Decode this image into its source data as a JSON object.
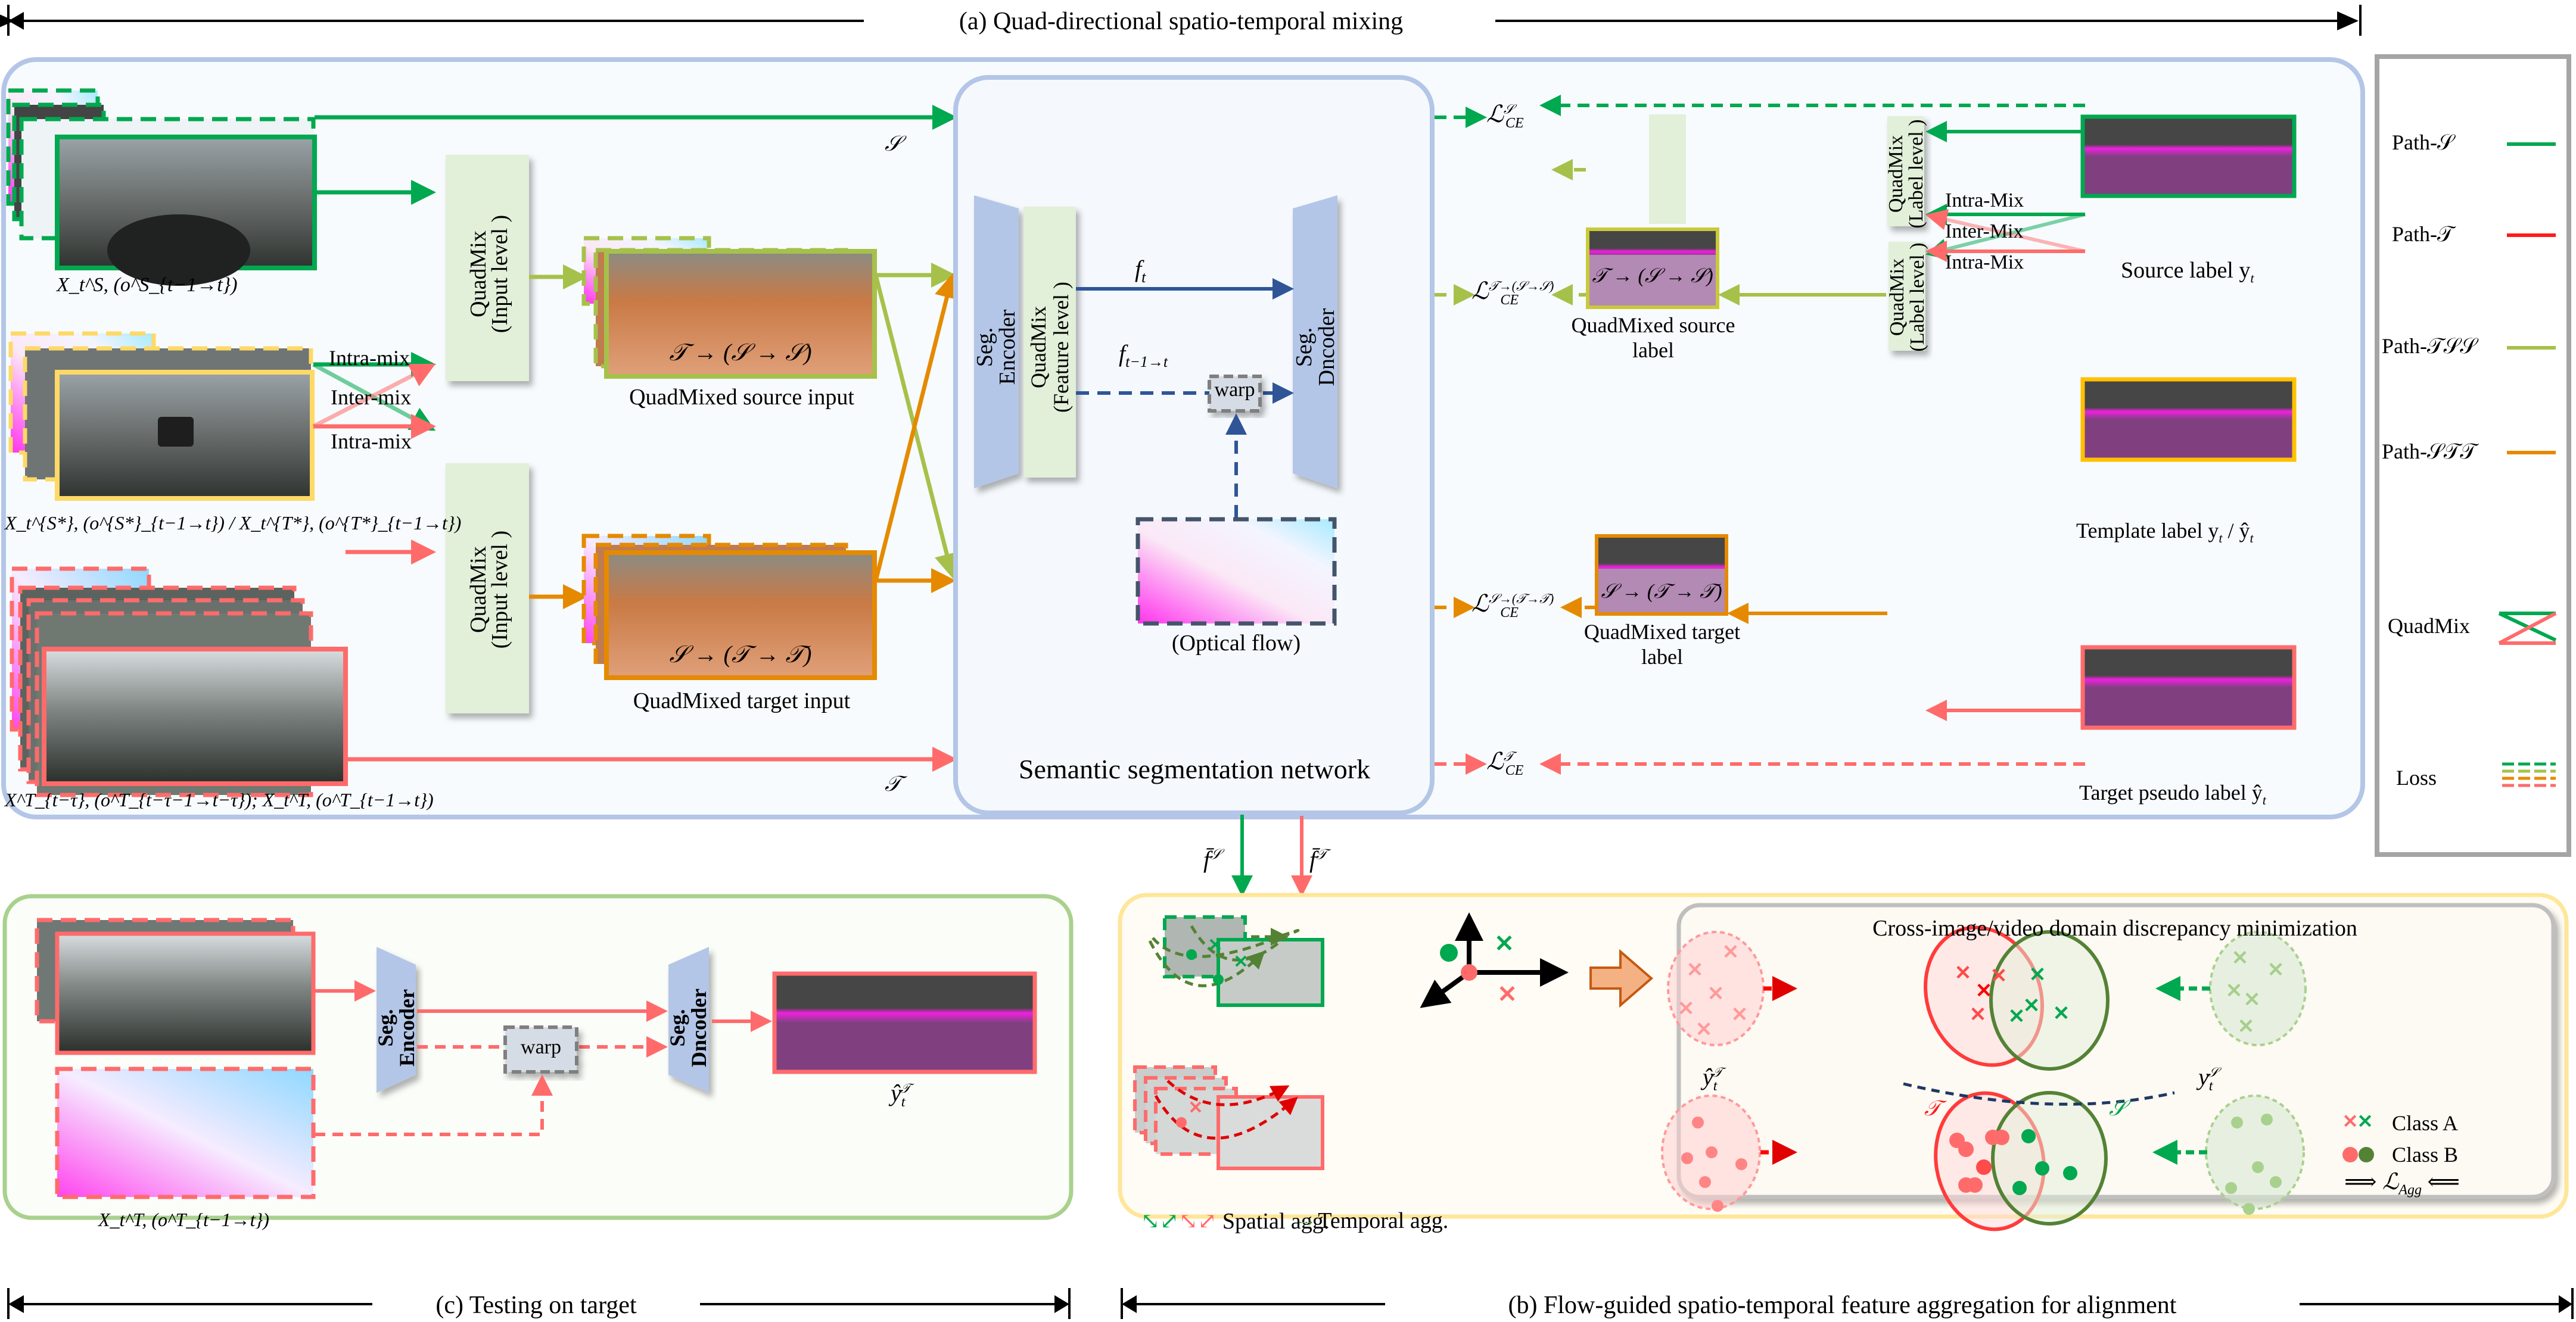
{
  "colors": {
    "path_s": "#00a84f",
    "path_t": "#ff6b6b",
    "path_t_legend": "#ff1a1a",
    "path_tss": "#a6c14a",
    "path_stt": "#e58a00",
    "seg_block": "#b4c6e7",
    "quadmix_block": "#e2efd9",
    "panel_a_border": "#b4c6e7",
    "panel_b_border": "#ffe699",
    "panel_c_border": "#a9d18e",
    "warp_fill": "#d6dce5",
    "flow_dash": "#44546a",
    "feature_arrow": "#2f5597",
    "template_border": "#ffc000"
  },
  "sections": {
    "a_title": "(a) Quad-directional spatio-temporal mixing",
    "b_title": "(b) Flow-guided spatio-temporal feature aggregation for alignment",
    "c_title": "(c) Testing on target"
  },
  "panel_a": {
    "inputs": {
      "source_caption": "X_t^S, (o^S_{t−1→t})",
      "template_caption": "X_t^{S*}, (o^{S*}_{t−1→t}) / X_t^{T*}, (o^{T*}_{t−1→t})",
      "target_caption": "X^T_{t−τ}, (o^T_{t−τ−1→t−τ}); X_t^T, (o^T_{t−1→t})"
    },
    "mix_labels": {
      "intra_top": "Intra-mix",
      "inter": "Inter-mix",
      "intra_bottom": "Intra-mix"
    },
    "quadmix_input": {
      "title": "QuadMix",
      "sub": "(Input level )"
    },
    "mixed_source": {
      "overlay": "𝒯 → (𝒮 → 𝒮)",
      "caption": "QuadMixed source input"
    },
    "mixed_target": {
      "overlay": "𝒮 → (𝒯 → 𝒯)",
      "caption": "QuadMixed target input"
    },
    "path_s_symbol": "𝒮",
    "path_t_symbol": "𝒯",
    "network": {
      "title": "Semantic segmentation network",
      "encoder": [
        "Seg.",
        "Encoder"
      ],
      "quadmix_feature": [
        "QuadMix",
        "(Feature level )"
      ],
      "decoder": [
        "Seg.",
        "Dncoder"
      ],
      "f_t": "f",
      "f_t_sub": "t",
      "f_prev": "f",
      "f_prev_sub": "t−1→t",
      "warp": "warp",
      "optical_flow": "(Optical flow)"
    },
    "losses": {
      "ce_s": {
        "main": "ℒ",
        "sup": "𝒮",
        "sub": "CE"
      },
      "ce_tss": {
        "main": "ℒ",
        "sup": "𝒯→(𝒮→𝒮)",
        "sub": "CE"
      },
      "ce_stt": {
        "main": "ℒ",
        "sup": "𝒮→(𝒯→𝒯)",
        "sub": "CE"
      },
      "ce_t": {
        "main": "ℒ",
        "sup": "𝒯",
        "sub": "CE"
      }
    },
    "mixed_source_label": {
      "overlay": "𝒯 → (𝒮 → 𝒮)",
      "caption": "QuadMixed source label"
    },
    "mixed_target_label": {
      "overlay": "𝒮 → (𝒯 → 𝒯)",
      "caption": "QuadMixed target label"
    },
    "quadmix_label": {
      "title": "QuadMix",
      "sub": "(Label level )"
    },
    "label_mix": {
      "intra_top": "Intra-Mix",
      "inter": "Inter-Mix",
      "intra_bottom": "Intra-Mix"
    },
    "source_label_caption": "Source label y",
    "template_label_caption": "Template label y",
    "target_pseudo_caption": "Target pseudo label ŷ",
    "f_bar_s": "f̄",
    "f_bar_t": "f̄"
  },
  "legend": {
    "items": [
      {
        "label": "Path-𝒮",
        "key": "path_s"
      },
      {
        "label": "Path-𝒯",
        "key": "path_t"
      },
      {
        "label": "Path-𝒯𝒮𝒮",
        "key": "path_tss"
      },
      {
        "label": "Path-𝒮𝒯𝒯",
        "key": "path_stt"
      },
      {
        "label": "QuadMix",
        "key": "quadmix"
      },
      {
        "label": "Loss",
        "key": "loss"
      }
    ]
  },
  "panel_b": {
    "spatial_agg": "Spatial agg.",
    "temporal_agg": "Temporal agg.",
    "discrepancy_title": "Cross-image/video domain discrepancy minimization",
    "y_hat_t": "ŷ",
    "y_s": "y",
    "domain_t": "𝒯",
    "domain_s": "𝒮",
    "class_a": "Class A",
    "class_b": "Class B",
    "agg_loss": "ℒ",
    "agg_loss_sub": "Agg"
  },
  "panel_c": {
    "encoder": [
      "Seg.",
      "Encoder"
    ],
    "decoder": [
      "Seg.",
      "Dncoder"
    ],
    "warp": "warp",
    "input_caption": "X_t^T, (o^T_{t−1→t})",
    "output_caption": "ŷ"
  }
}
